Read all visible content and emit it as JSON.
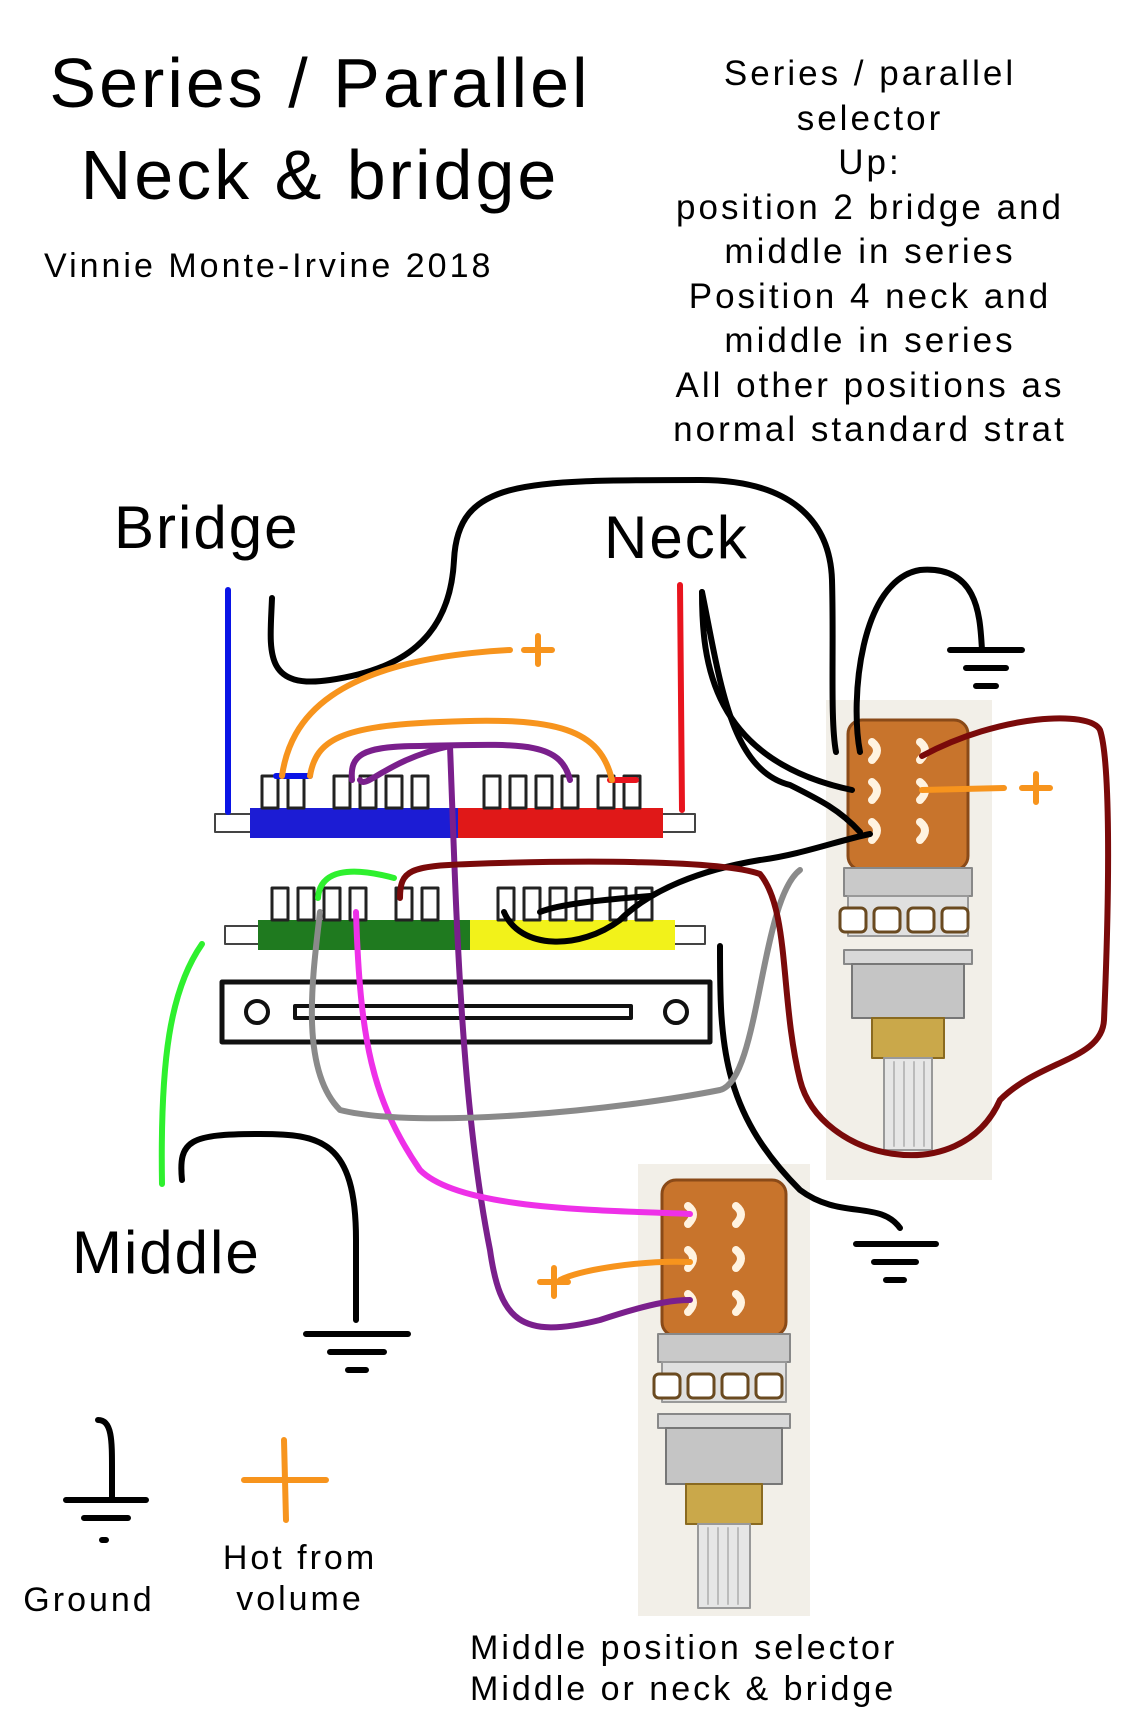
{
  "header": {
    "title_line1": "Series / Parallel",
    "title_line2": "Neck & bridge",
    "credit": "Vinnie Monte-Irvine 2018"
  },
  "notes": {
    "lines": [
      "Series / parallel",
      "selector",
      "Up:",
      "position 2 bridge and",
      "middle in series",
      "Position 4 neck and",
      "middle in series",
      "All other positions as",
      "normal standard strat"
    ]
  },
  "pickups": {
    "bridge": "Bridge",
    "neck": "Neck",
    "middle": "Middle"
  },
  "legend": {
    "ground": "Ground",
    "hot_line1": "Hot from",
    "hot_line2": "volume"
  },
  "footer": {
    "line1": "Middle position selector",
    "line2": "Middle or neck & bridge"
  },
  "wire_colors": {
    "black": "#000000",
    "blue": "#0a14e6",
    "red": "#e8141e",
    "orange": "#f7941d",
    "purple": "#7a1f8c",
    "magenta": "#ee30e8",
    "green": "#2ef02e",
    "gray": "#8a8a8a",
    "maroon": "#7a0a0a",
    "switch_blue": "#1c1cd4",
    "switch_red": "#e01818",
    "switch_green": "#1f7a1f",
    "switch_yellow": "#f2f21a",
    "pot_body": "#c8742c"
  }
}
